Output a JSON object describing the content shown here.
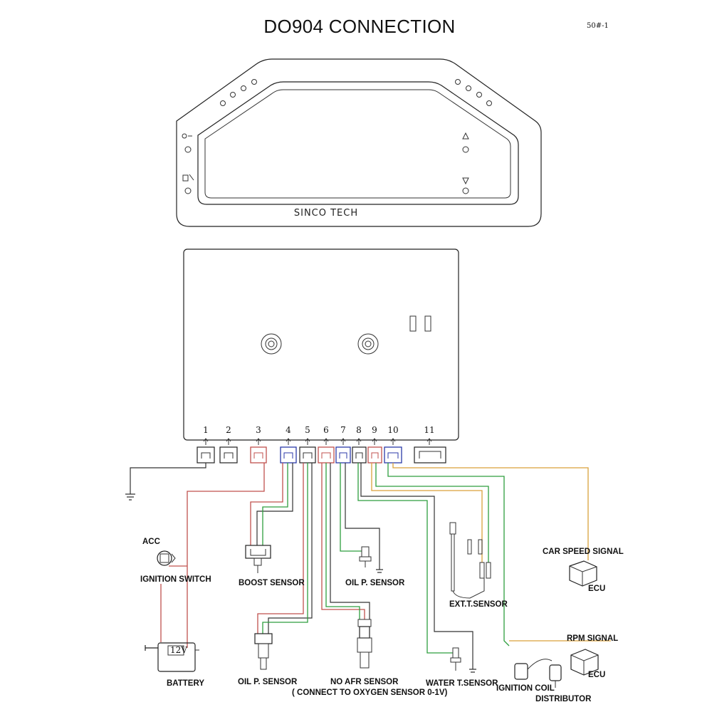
{
  "title": "DO904 CONNECTION",
  "code": "50#-1",
  "brand": "SINCO TECH",
  "pins": [
    "1",
    "2",
    "3",
    "4",
    "5",
    "6",
    "7",
    "8",
    "9",
    "10",
    "11"
  ],
  "labels": {
    "acc": "ACC",
    "ignition_switch": "IGNITION SWITCH",
    "battery": "BATTERY",
    "battery_voltage": "12V",
    "boost_sensor": "BOOST SENSOR",
    "oil_p_sensor_top": "OIL P. SENSOR",
    "oil_p_sensor_bottom": "OIL P. SENSOR",
    "afr_sensor": "NO AFR SENSOR",
    "afr_note": "( CONNECT TO OXYGEN SENSOR 0-1V)",
    "water_t_sensor": "WATER T.SENSOR",
    "ext_t_sensor": "EXT.T.SENSOR",
    "car_speed_signal": "CAR SPEED SIGNAL",
    "ecu_speed": "ECU",
    "rpm_signal": "RPM SIGNAL",
    "ecu_rpm": "ECU",
    "ignition_coil": "IGNITION COIL",
    "distributor": "DISTRIBUTOR"
  },
  "colors": {
    "red": "#c0504d",
    "green": "#2e9e3e",
    "orange": "#d9a13b",
    "blue": "#2b3aa8",
    "black": "#333333"
  }
}
